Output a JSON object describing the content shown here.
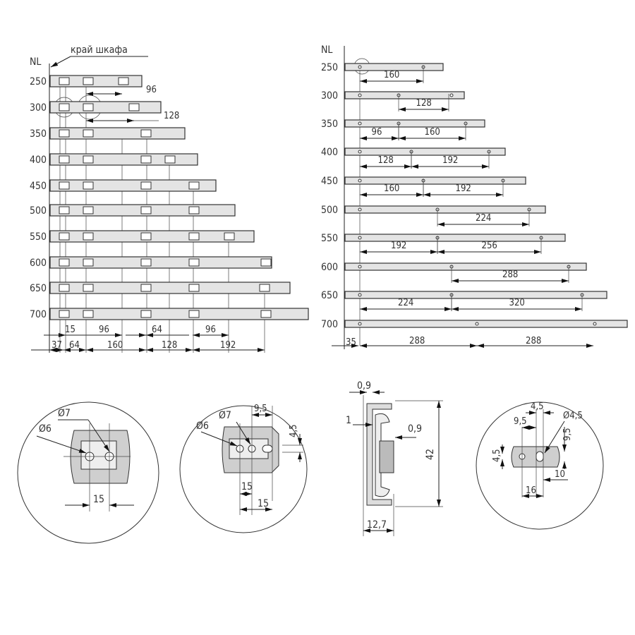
{
  "left": {
    "nl_label": "NL",
    "edge_label": "край шкафа",
    "rows": [
      "250",
      "300",
      "350",
      "400",
      "450",
      "500",
      "550",
      "600",
      "650",
      "700"
    ],
    "top_dims": [
      "96",
      "128"
    ],
    "dims_row1": [
      "15",
      "96",
      "64",
      "96"
    ],
    "dims_row2": [
      "37",
      "64",
      "160",
      "128",
      "192"
    ]
  },
  "right": {
    "nl_label": "NL",
    "rows": [
      "250",
      "300",
      "350",
      "400",
      "450",
      "500",
      "550",
      "600",
      "650",
      "700"
    ],
    "dims": [
      "160",
      "128",
      "96",
      "160",
      "128",
      "192",
      "160",
      "192",
      "224",
      "192",
      "256",
      "288",
      "224",
      "320"
    ],
    "bottom_dims": [
      "35",
      "288",
      "288"
    ]
  },
  "detail1": {
    "d7": "Ø7",
    "d6": "Ø6",
    "w": "15"
  },
  "detail2": {
    "d6": "Ø6",
    "d7": "Ø7",
    "a": "9,5",
    "b": "4,5",
    "w1": "15",
    "w2": "15"
  },
  "profile": {
    "top": "0,9",
    "left": "1",
    "right": "0,9",
    "height": "42",
    "width": "12,7"
  },
  "detail3": {
    "a": "4,5",
    "b": "9,5",
    "d": "Ø4,5",
    "c": "9,5",
    "h": "4,5",
    "e": "10",
    "w": "16"
  }
}
